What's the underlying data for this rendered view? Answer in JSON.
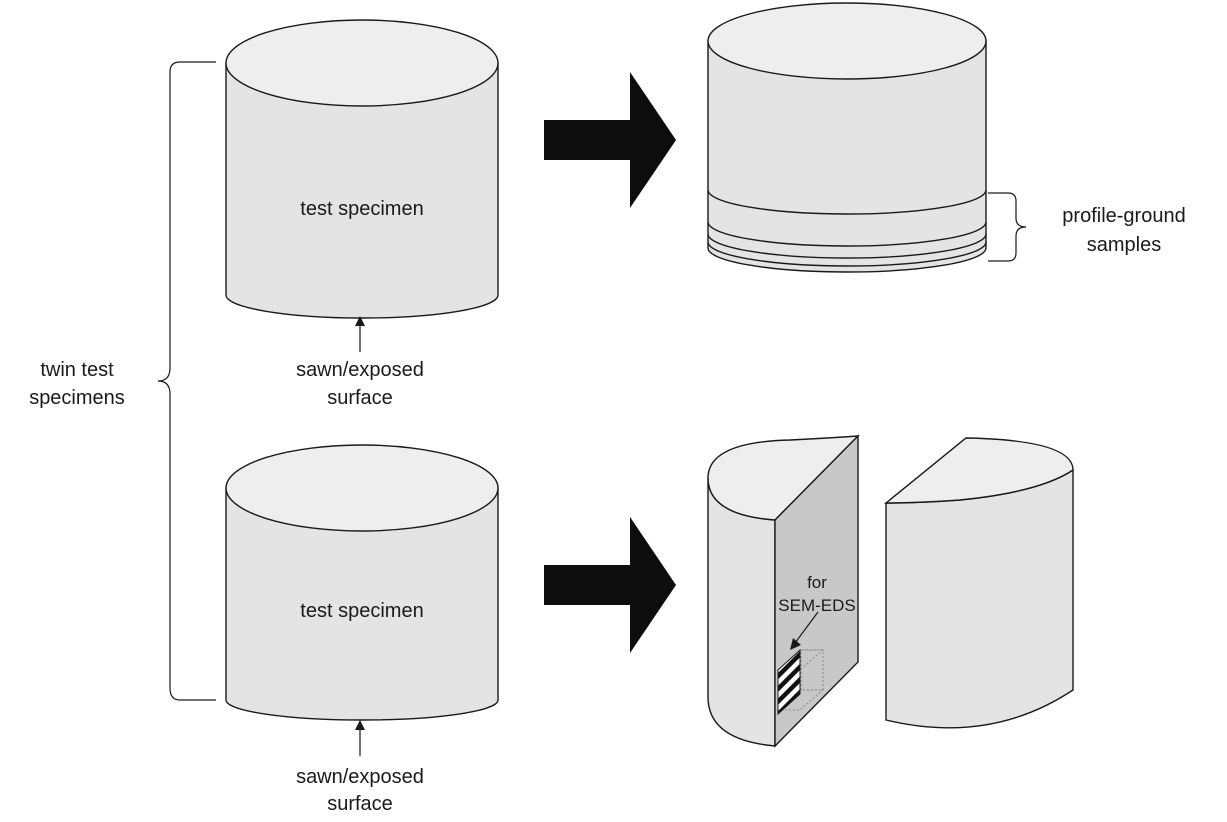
{
  "labels": {
    "specimen_top": "test specimen",
    "specimen_bottom": "test specimen",
    "surface_top_line1": "sawn/exposed",
    "surface_top_line2": "surface",
    "surface_bottom_line1": "sawn/exposed",
    "surface_bottom_line2": "surface",
    "twin_line1": "twin test",
    "twin_line2": "specimens",
    "profile_line1": "profile-ground",
    "profile_line2": "samples",
    "sem_line1": "for",
    "sem_line2": "SEM-EDS"
  },
  "colors": {
    "cylinder_body": "#e4e4e4",
    "cylinder_top": "#eeeeee",
    "cut_face": "#c8c8c8",
    "arrow": "#0d0d0d",
    "stroke": "#1a1a1a"
  }
}
